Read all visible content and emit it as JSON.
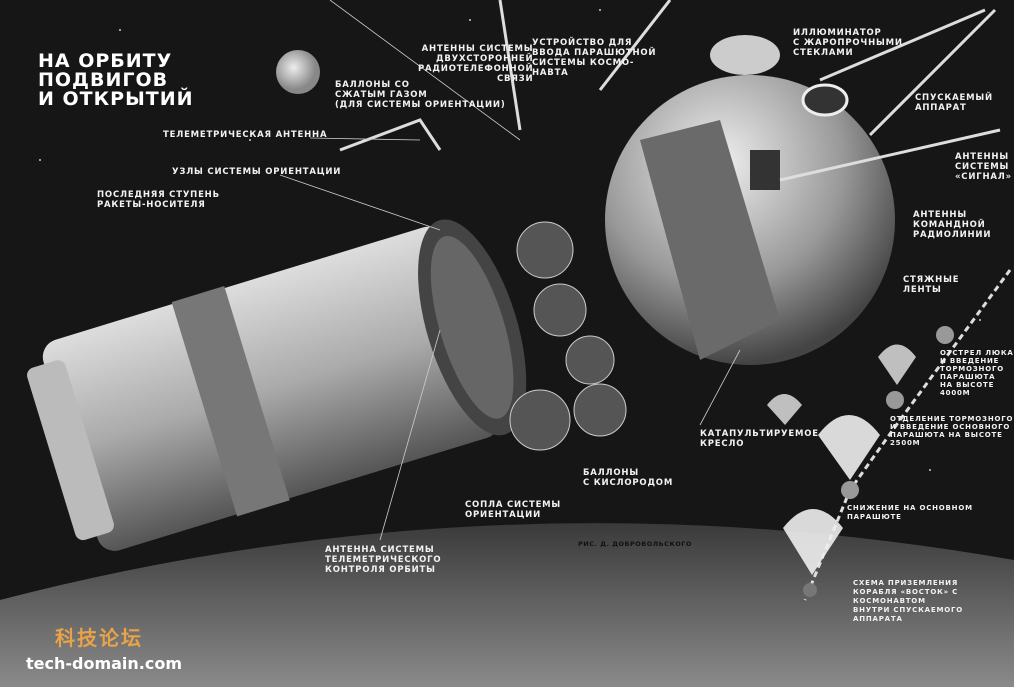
{
  "title": "НА ОРБИТУ\nПОДВИГОВ\nИ ОТКРЫТИЙ",
  "labels": {
    "radiotelephone_antennas": "АНТЕННЫ СИСТЕМЫ\nДВУХСТОРОННЕЙ\nРАДИОТЕЛЕФОННОЙ\nСВЯЗИ",
    "gas_cylinders": "БАЛЛОНЫ СО\nСЖАТЫМ ГАЗОМ\n(ДЛЯ СИСТЕМЫ ОРИЕНТАЦИИ)",
    "parachute_device": "УСТРОЙСТВО ДЛЯ\nВВОДА ПАРАШЮТНОЙ\nСИСТЕМЫ КОСМО-\nНАВТА",
    "telemetry_antenna": "ТЕЛЕМЕТРИЧЕСКАЯ АНТЕННА",
    "orientation_units": "УЗЛЫ СИСТЕМЫ ОРИЕНТАЦИИ",
    "last_stage": "ПОСЛЕДНЯЯ СТУПЕНЬ\nРАКЕТЫ-НОСИТЕЛЯ",
    "porthole": "ИЛЛЮМИНАТОР\nС ЖАРОПРОЧНЫМИ\nСТЕКЛАМИ",
    "descent_module": "СПУСКАЕМЫЙ\nАППАРАТ",
    "signal_antennas": "АНТЕННЫ\nСИСТЕМЫ\n«СИГНАЛ»",
    "command_antennas": "АНТЕННЫ\nКОМАНДНОЙ\nРАДИОЛИНИИ",
    "straps": "СТЯЖНЫЕ\nЛЕНТЫ",
    "hatch_ejection": "ОТСТРЕЛ ЛЮКА\nИ ВВЕДЕНИЕ\nТОРМОЗНОГО\nПАРАШЮТА\nНА ВЫСОТЕ\n4000м",
    "main_chute": "ОТДЕЛЕНИЕ ТОРМОЗНОГО\nИ ВВЕДЕНИЕ ОСНОВНОГО\nПАРАШЮТА НА ВЫСОТЕ\n2500м",
    "descent_main": "СНИЖЕНИЕ НА ОСНОВНОМ\nПАРАШЮТЕ",
    "landing_scheme": "СХЕМА ПРИЗЕМЛЕНИЯ\nКОРАБЛЯ «ВОСТОК» С КОСМОНАВТОМ\nВНУТРИ СПУСКАЕМОГО АППАРАТА",
    "ejection_seat": "КАТАПУЛЬТИРУЕМОЕ\nКРЕСЛО",
    "oxygen_cylinders": "БАЛЛОНЫ\nС КИСЛОРОДОМ",
    "orientation_nozzles": "СОПЛА СИСТЕМЫ\nОРИЕНТАЦИИ",
    "orbit_telemetry_antenna": "АНТЕННА СИСТЕМЫ\nТЕЛЕМЕТРИЧЕСКОГО\nКОНТРОЛЯ ОРБИТЫ"
  },
  "credit": "РИС. Д. ДОБРОВОЛЬСКОГО",
  "watermark": {
    "cn": "科技论坛",
    "url": "tech-domain.com"
  },
  "colors": {
    "background": "#161616",
    "watermark": "#e8a24a"
  }
}
